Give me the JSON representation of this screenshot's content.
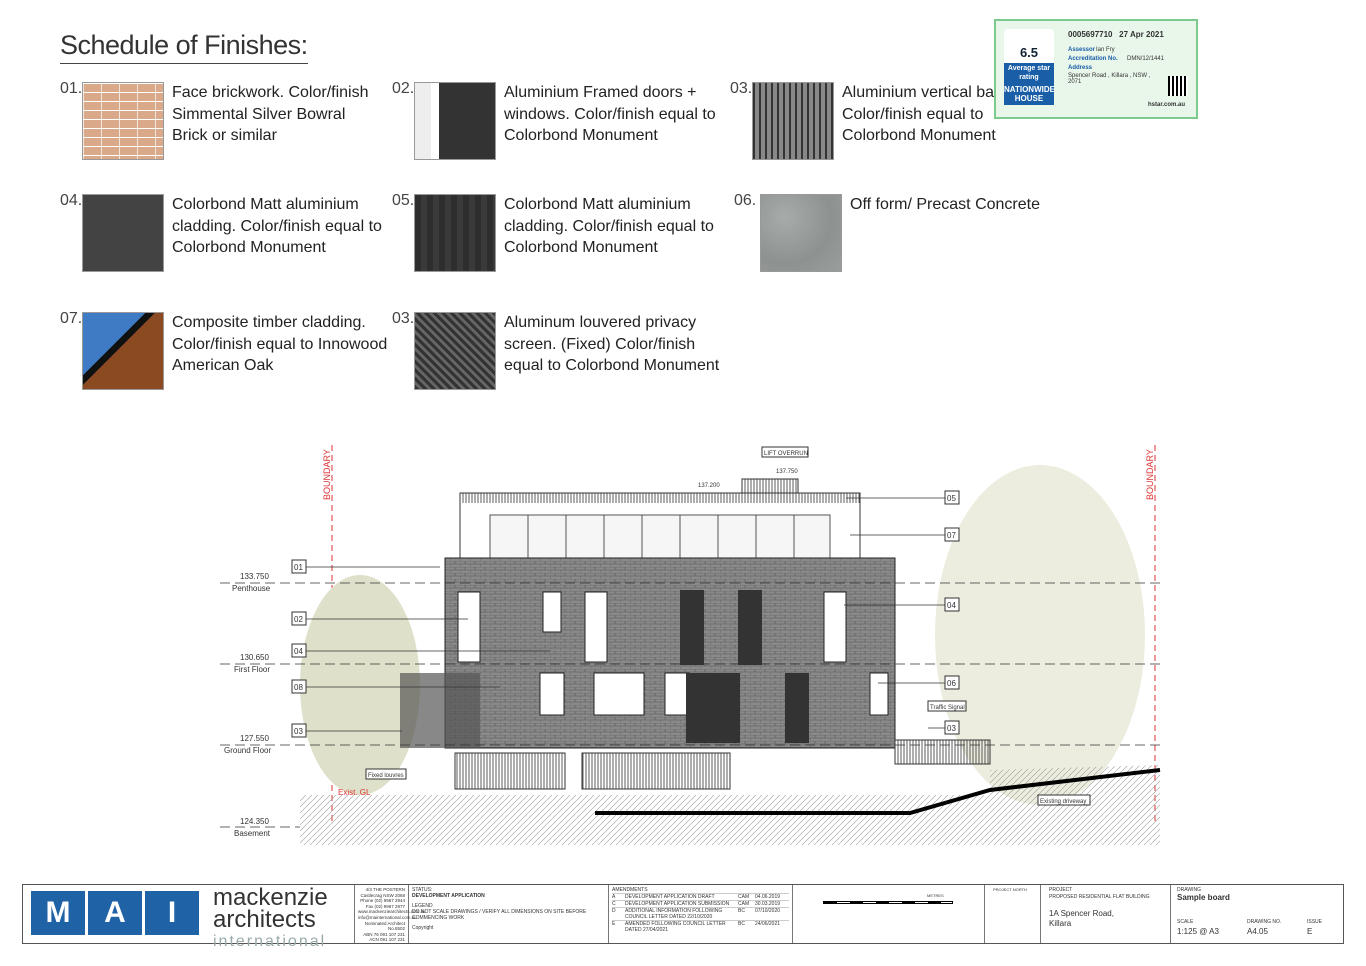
{
  "title": "Schedule of Finishes:",
  "finishes": [
    {
      "num": "01.",
      "lines": [
        "Face brickwork. Color/finish",
        "Simmental Silver Bowral",
        "Brick or similar"
      ],
      "swatch": "brick"
    },
    {
      "num": "02.",
      "lines": [
        "Aluminium Framed doors +",
        "windows. Color/finish equal to",
        "Colorbond Monument"
      ],
      "swatch": "door"
    },
    {
      "num": "03.",
      "lines": [
        "Aluminium vertical balu",
        "Color/finish equal to",
        "Colorbond Monument"
      ],
      "swatch": "balu"
    },
    {
      "num": "04.",
      "lines": [
        "Colorbond Matt aluminium",
        "cladding. Color/finish equal to",
        "Colorbond Monument"
      ],
      "swatch": "dark"
    },
    {
      "num": "05.",
      "lines": [
        "Colorbond Matt aluminium",
        "cladding. Color/finish equal to",
        "Colorbond Monument"
      ],
      "swatch": "clad"
    },
    {
      "num": "06.",
      "lines": [
        "Off form/ Precast Concrete",
        "",
        ""
      ],
      "swatch": "concrete"
    },
    {
      "num": "07.",
      "lines": [
        "Composite timber cladding.",
        "Color/finish equal to Innowood",
        "American Oak"
      ],
      "swatch": "timber"
    },
    {
      "num": "03.",
      "lines": [
        "Aluminum louvered privacy",
        "screen. (Fixed) Color/finish",
        "equal to Colorbond Monument"
      ],
      "swatch": "louver"
    }
  ],
  "rating": {
    "id": "0005697710",
    "date": "27 Apr 2021",
    "score": "6.5",
    "avg": "Average star rating",
    "brand": "NATIONWIDE HOUSE",
    "assessor_label": "Assessor",
    "assessor": "Ian Fry",
    "accred_label": "Accreditation No.",
    "accred": "DMN/12/1441",
    "address_label": "Address",
    "address": "Spencer Road , Killara , NSW , 2071",
    "site": "hstar.com.au"
  },
  "drawing": {
    "boundary": "BOUNDARY",
    "levels": [
      {
        "rl": "133.750",
        "name": "Penthouse"
      },
      {
        "rl": "130.650",
        "name": "First Floor"
      },
      {
        "rl": "127.550",
        "name": "Ground Floor"
      },
      {
        "rl": "124.350",
        "name": "Basement"
      }
    ],
    "tags_left": [
      "01",
      "02",
      "04",
      "08",
      "03"
    ],
    "tags_right": [
      "05",
      "07",
      "04",
      "06",
      "03"
    ],
    "lift": "LIFT OVERRUN",
    "rl_top": "137.750",
    "rl_roof": "137.200",
    "exist_gl": "Exist. GL",
    "fixed_louvres": "Fixed louvres",
    "traffic": "Traffic Signal",
    "driveway": "Existing driveway"
  },
  "titleblock": {
    "logo": [
      "M",
      "A",
      "I"
    ],
    "firm1": "mackenzie",
    "firm2": "architects",
    "firm3": "international",
    "address": [
      "4/3 THE POSTERN",
      "Castlecrag NSW 2068",
      "Phone (02) 9967 2944",
      "Fax (02) 9967 2977",
      "www.mackenziearchitects.com.au",
      "info@mainternational.com.au",
      "Nominated Architect No.6502",
      "ABN 76 091 107 231",
      "ACN 091 107 231"
    ],
    "status_label": "STATUS:",
    "status": "DEVELOPMENT APPLICATION",
    "legend_label": "LEGEND",
    "legend": "DO NOT SCALE DRAWINGS / VERIFY ALL DIMENSIONS ON SITE BEFORE COMMENCING WORK",
    "copyright": "Copyright",
    "amend_label": "AMENDMENTS",
    "amend_rows": [
      [
        "A",
        "DEVELOPMENT APPLICATION DRAFT",
        "CAM",
        "04.06.2019"
      ],
      [
        "C",
        "DEVELOPMENT APPLICATION SUBMISSION",
        "CAM",
        "30.03.2019"
      ],
      [
        "D",
        "ADDITIONAL INFORMATION FOLLOWING COUNCIL LETTER DATED 22/10/2020",
        "BC",
        "07/10/2020"
      ],
      [
        "E",
        "AMENDED FOLLOWING COUNCIL LETTER DATED 27/04/2021",
        "BC",
        "24/06/2021"
      ]
    ],
    "metres": "METRES",
    "north": "PROJECT NORTH",
    "project_label": "PROJECT",
    "project": "PROPOSED RESIDENTIAL FLAT BUILDING",
    "site1": "1A Spencer Road,",
    "site2": "Killara",
    "drawing_label": "DRAWING",
    "drawing": "Sample board",
    "scale_label": "SCALE",
    "scale": "1:125 @ A3",
    "dwgno_label": "DRAWING NO.",
    "dwgno": "A4.05",
    "issue_label": "ISSUE",
    "issue": "E"
  }
}
